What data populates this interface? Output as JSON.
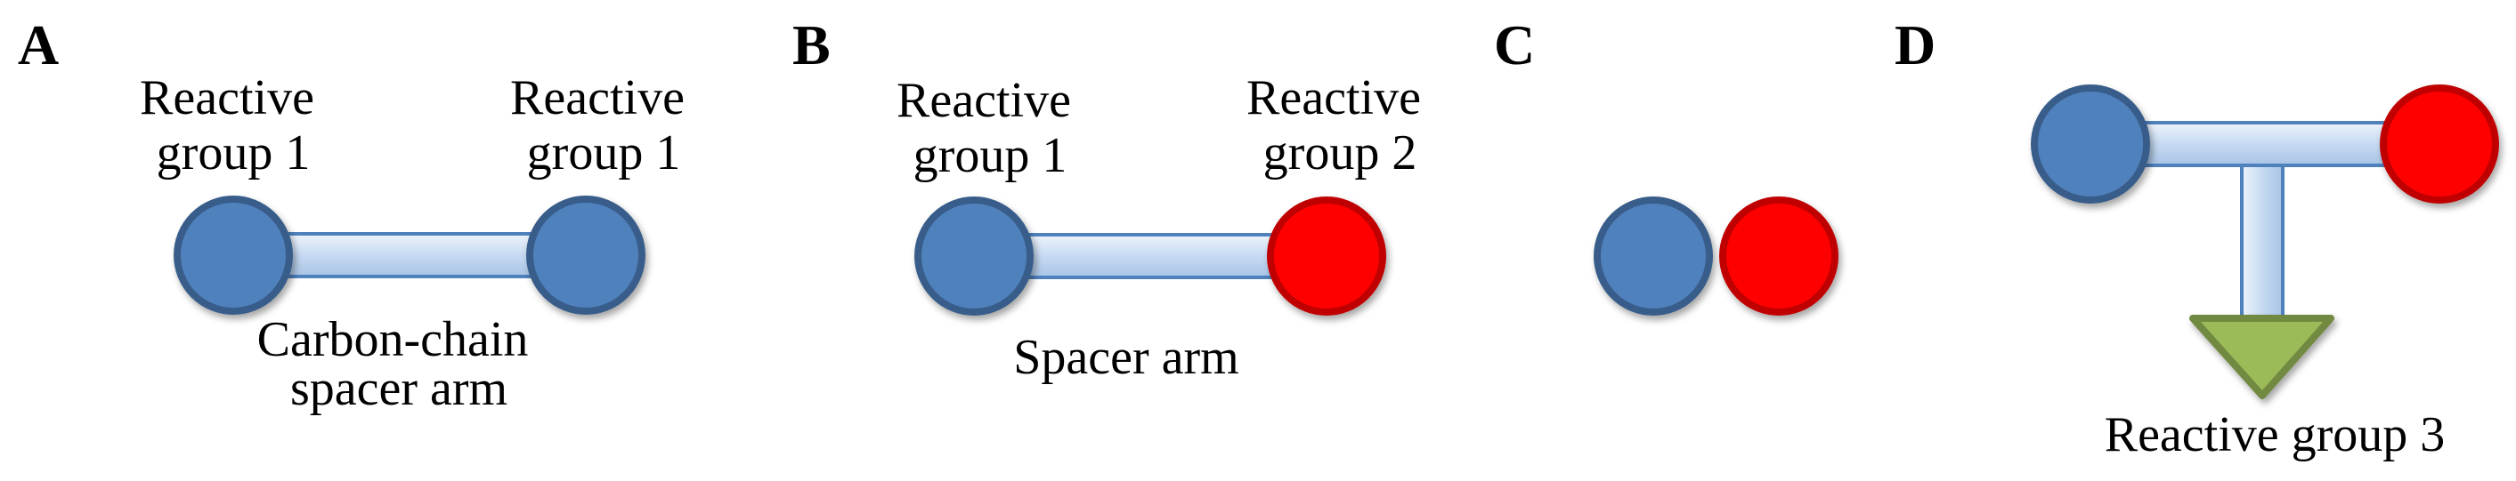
{
  "colors": {
    "blue_fill": "#4f81bd",
    "blue_stroke": "#385d8a",
    "red_fill": "#ff0000",
    "red_stroke": "#c00000",
    "green_fill": "#9bbb59",
    "green_stroke": "#71893f",
    "bar_light": "#dbe8f7",
    "bar_mid": "#b8d0ee",
    "bar_stroke": "#4f81bd"
  },
  "panels": {
    "a": {
      "letter": "A",
      "left_label": [
        "Reactive",
        "group 1"
      ],
      "right_label": [
        "Reactive",
        "group 1"
      ],
      "arm_label": [
        "Carbon-chain",
        "spacer arm"
      ]
    },
    "b": {
      "letter": "B",
      "left_label": [
        "Reactive",
        "group 1"
      ],
      "right_label": [
        "Reactive",
        "group 2"
      ],
      "arm_label": "Spacer arm"
    },
    "c": {
      "letter": "C"
    },
    "d": {
      "letter": "D",
      "bottom_label": "Reactive group 3"
    }
  }
}
